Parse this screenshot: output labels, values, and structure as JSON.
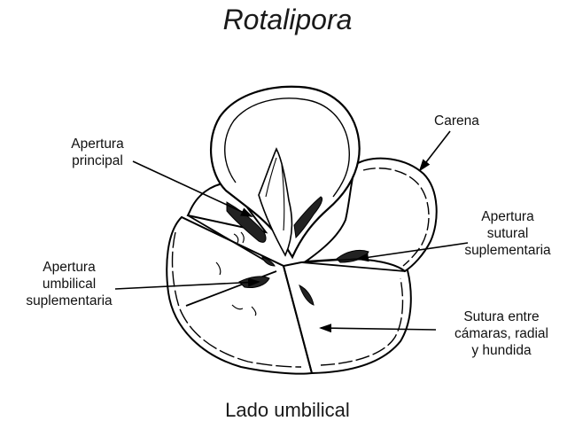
{
  "title": "Rotalipora",
  "caption": "Lado umbilical",
  "labels": {
    "apertura_principal": [
      "Apertura",
      "principal"
    ],
    "carena": [
      "Carena"
    ],
    "apertura_sutural": [
      "Apertura",
      "sutural",
      "suplementaria"
    ],
    "apertura_umbilical": [
      "Apertura",
      "umbilical",
      "suplementaria"
    ],
    "sutura": [
      "Sutura entre",
      "cámaras, radial",
      "y hundida"
    ]
  },
  "colors": {
    "ink": "#000000",
    "background": "#ffffff"
  }
}
